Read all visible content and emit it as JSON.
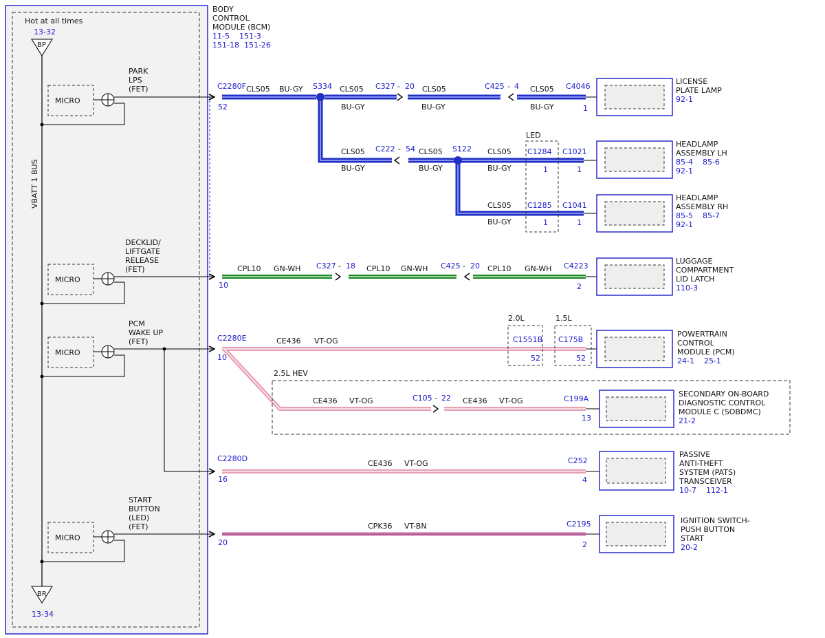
{
  "bcm": {
    "hot_label": "Hot at all times",
    "top_ref": "13-32",
    "top_connector": "BP",
    "bottom_connector": "BR",
    "bottom_ref": "13-34",
    "bus_label": "VBATT 1 BUS",
    "title": [
      "BODY",
      "CONTROL",
      "MODULE (BCM)"
    ],
    "refs": [
      "11-5    151-3",
      "151-18  151-26"
    ],
    "micro_label": "MICRO",
    "outputs": [
      {
        "id": "park",
        "label": [
          "PARK",
          "LPS",
          "(FET)"
        ]
      },
      {
        "id": "decklid",
        "label": [
          "DECKLID/",
          "LIFTGATE",
          "RELEASE",
          "(FET)"
        ]
      },
      {
        "id": "pcm",
        "label": [
          "PCM",
          "WAKE UP",
          "(FET)"
        ]
      },
      {
        "id": "start",
        "label": [
          "START",
          "BUTTON",
          "(LED)",
          "(FET)"
        ]
      }
    ]
  },
  "colors": {
    "blue_wire": "#1f2fc4",
    "green_wire": "#1f8a2a",
    "pink_wire": "#e8a0b4",
    "ref_blue": "#1a1acc"
  },
  "wires": {
    "park": {
      "bcm_connector": "C2280F",
      "bcm_pin": "52",
      "circuit": "CLS05",
      "color": "BU-GY",
      "splice1": "S334",
      "splice2": "S122",
      "c327": "C327",
      "c327_pin": "20",
      "c425": "C425",
      "c425_pin": "4",
      "c222": "C222",
      "c222_pin": "54",
      "license_connector": "C4046",
      "license_pin": "1",
      "led_label": "LED",
      "c1284": "C1284",
      "c1284_pin": "1",
      "c1021": "C1021",
      "c1021_pin": "1",
      "c1285": "C1285",
      "c1285_pin": "1",
      "c1041": "C1041",
      "c1041_pin": "1"
    },
    "decklid": {
      "bcm_pin": "10",
      "circuit": "CPL10",
      "color": "GN-WH",
      "c327": "C327",
      "c327_pin": "18",
      "c425": "C425",
      "c425_pin": "20",
      "end_connector": "C4223",
      "end_pin": "2"
    },
    "pcm": {
      "bcm_connector": "C2280E",
      "bcm_pin": "10",
      "circuit": "CE436",
      "color": "VT-OG",
      "label_20": "2.0L",
      "label_15": "1.5L",
      "c1551b": "C1551B",
      "c1551b_pin": "52",
      "c175b": "C175B",
      "c175b_pin": "52",
      "hev_label": "2.5L HEV",
      "c105": "C105",
      "c105_pin": "22",
      "c199a": "C199A",
      "c199a_pin": "13"
    },
    "pats": {
      "bcm_connector": "C2280D",
      "bcm_pin": "16",
      "circuit": "CE436",
      "color": "VT-OG",
      "end_connector": "C252",
      "end_pin": "4"
    },
    "start": {
      "bcm_pin": "20",
      "circuit": "CPK36",
      "color": "VT-BN",
      "end_connector": "C2195",
      "end_pin": "2"
    }
  },
  "components": [
    {
      "id": "license",
      "name": [
        "LICENSE",
        "PLATE LAMP"
      ],
      "refs": [
        "92-1"
      ]
    },
    {
      "id": "hl-lh",
      "name": [
        "HEADLAMP",
        "ASSEMBLY LH"
      ],
      "refs": [
        "85-4    85-6",
        "92-1"
      ]
    },
    {
      "id": "hl-rh",
      "name": [
        "HEADLAMP",
        "ASSEMBLY RH"
      ],
      "refs": [
        "85-5    85-7",
        "92-1"
      ]
    },
    {
      "id": "luggage",
      "name": [
        "LUGGAGE",
        "COMPARTMENT",
        "LID LATCH"
      ],
      "refs": [
        "110-3"
      ]
    },
    {
      "id": "pcm",
      "name": [
        "POWERTRAIN",
        "CONTROL",
        "MODULE (PCM)"
      ],
      "refs": [
        "24-1    25-1"
      ]
    },
    {
      "id": "sobdmc",
      "name": [
        "SECONDARY ON-BOARD",
        "DIAGNOSTIC CONTROL",
        "MODULE C (SOBDMC)"
      ],
      "refs": [
        "21-2"
      ]
    },
    {
      "id": "pats",
      "name": [
        "PASSIVE",
        "ANTI-THEFT",
        "SYSTEM (PATS)",
        "TRANSCEIVER"
      ],
      "refs": [
        "10-7    112-1"
      ]
    },
    {
      "id": "ign",
      "name": [
        "IGNITION SWITCH-",
        "PUSH BUTTON",
        "START"
      ],
      "refs": [
        "20-2"
      ]
    }
  ]
}
